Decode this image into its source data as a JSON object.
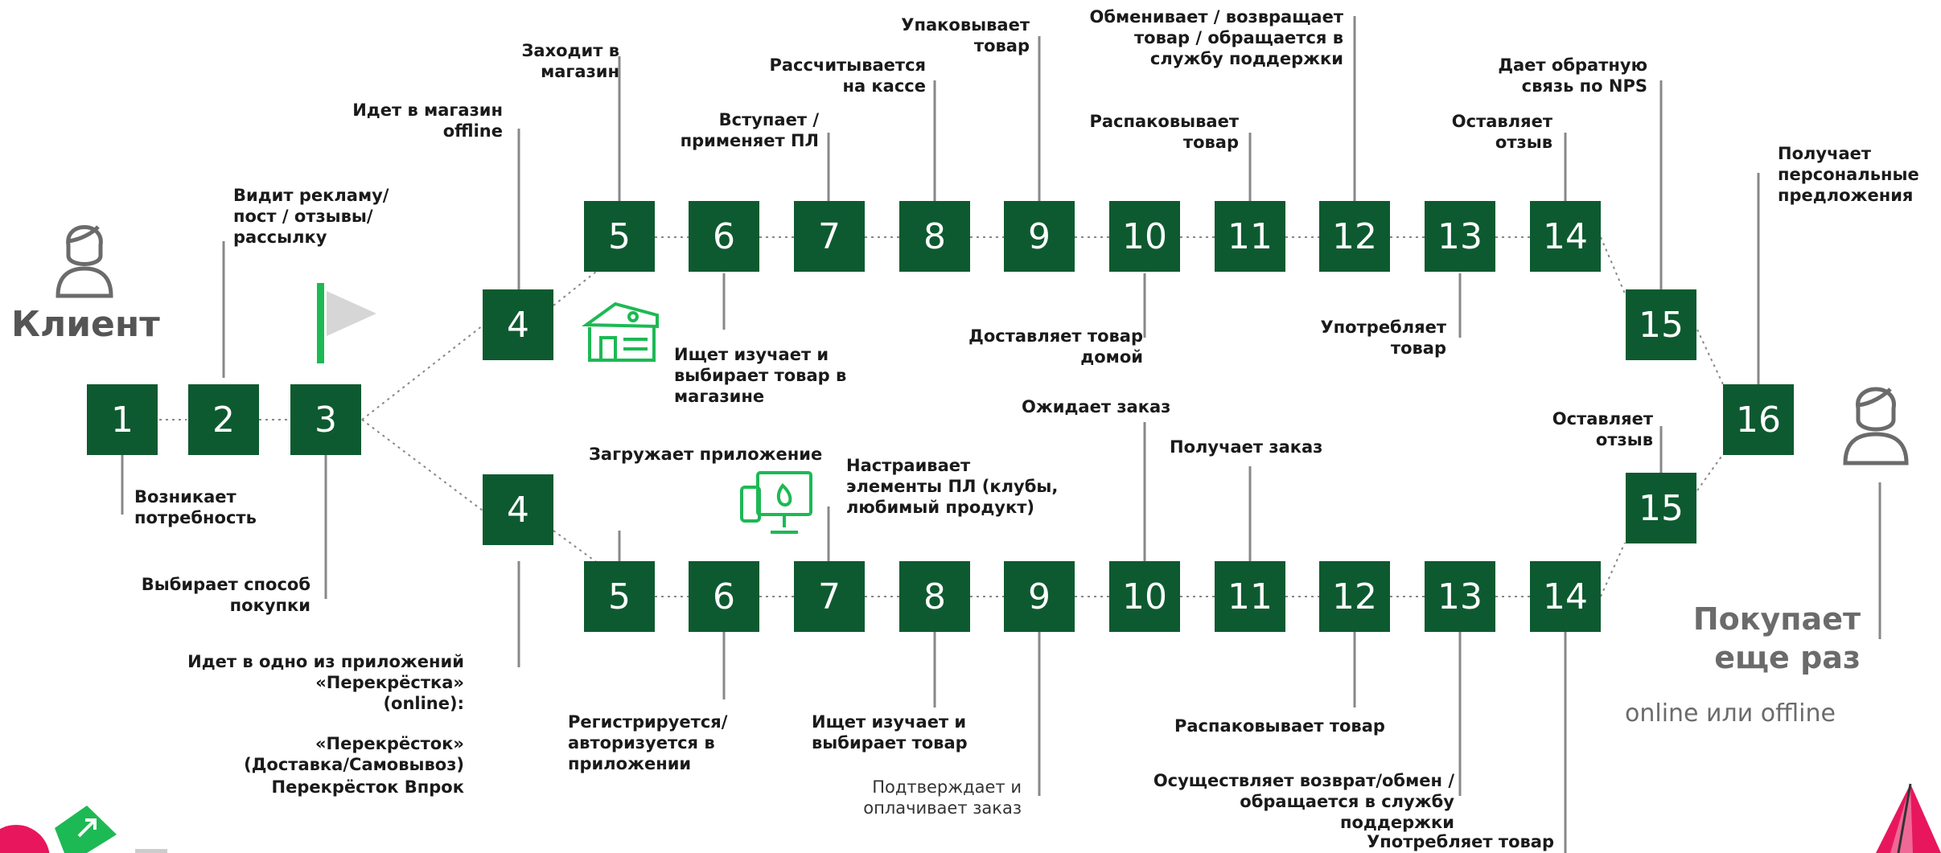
{
  "client_label": "Клиент",
  "buys_again": "Покупает\nеще раз",
  "channel_note": "online или offline",
  "colors": {
    "box": "#0e5a30",
    "accent": "#1db954",
    "connector": "#888888",
    "label": "#1a1a1a",
    "brand_pink": "#e8175d"
  },
  "common": {
    "n1": "1",
    "n2": "2",
    "n3": "3",
    "n16": "16",
    "l1": "Возникает\nпотребность",
    "l2": "Видит рекламу/\nпост / отзывы/\nрассылку",
    "l3": "Выбирает способ\nпокупки",
    "l16": "Получает\nперсональные\nпредложения"
  },
  "offline": {
    "n4": "4",
    "n5": "5",
    "n6": "6",
    "n7": "7",
    "n8": "8",
    "n9": "9",
    "n10": "10",
    "n11": "11",
    "n12": "12",
    "n13": "13",
    "n14": "14",
    "n15": "15",
    "l4": "Идет в магазин\noffline",
    "l5": "Заходит в\nмагазин",
    "l6": "Ищет изучает и\nвыбирает товар в\nмагазине",
    "l7": "Вступает /\nприменяет ПЛ",
    "l8": "Рассчитывается\nна кассе",
    "l9": "Упаковывает\nтовар",
    "l10": "Доставляет товар\nдомой",
    "l11": "Распаковывает\nтовар",
    "l12": "Обменивает / возвращает\nтовар / обращается в\nслужбу поддержки",
    "l13": "Употребляет\nтовар",
    "l14": "Оставляет\nотзыв",
    "l15": "Дает обратную\nсвязь по NPS"
  },
  "online": {
    "n4": "4",
    "n5": "5",
    "n6": "6",
    "n7": "7",
    "n8": "8",
    "n9": "9",
    "n10": "10",
    "n11": "11",
    "n12": "12",
    "n13": "13",
    "n14": "14",
    "n15": "15",
    "l4": "Идет в одно из  приложений\n«Перекрёстка»\n(online):",
    "l4b": "«Перекрёсток»\n(Доставка/Самовывоз)",
    "l4c": "Перекрёсток Впрок",
    "l5": "Загружает приложение",
    "l6": "Регистрируется/\nавторизуется в\nприложении",
    "l7": "Настраивает\nэлементы ПЛ (клубы,\nлюбимый продукт)",
    "l8": "Ищет изучает и\nвыбирает товар",
    "l9": "Подтверждает и\nоплачивает заказ",
    "l10": "Ожидает заказ",
    "l11": "Получает заказ",
    "l12": "Распаковывает товар",
    "l13": "Осуществляет возврат/обмен /\nобращается в службу\nподдержки",
    "l14": "Употребляет товар",
    "l15": "Оставляет\nотзыв"
  }
}
